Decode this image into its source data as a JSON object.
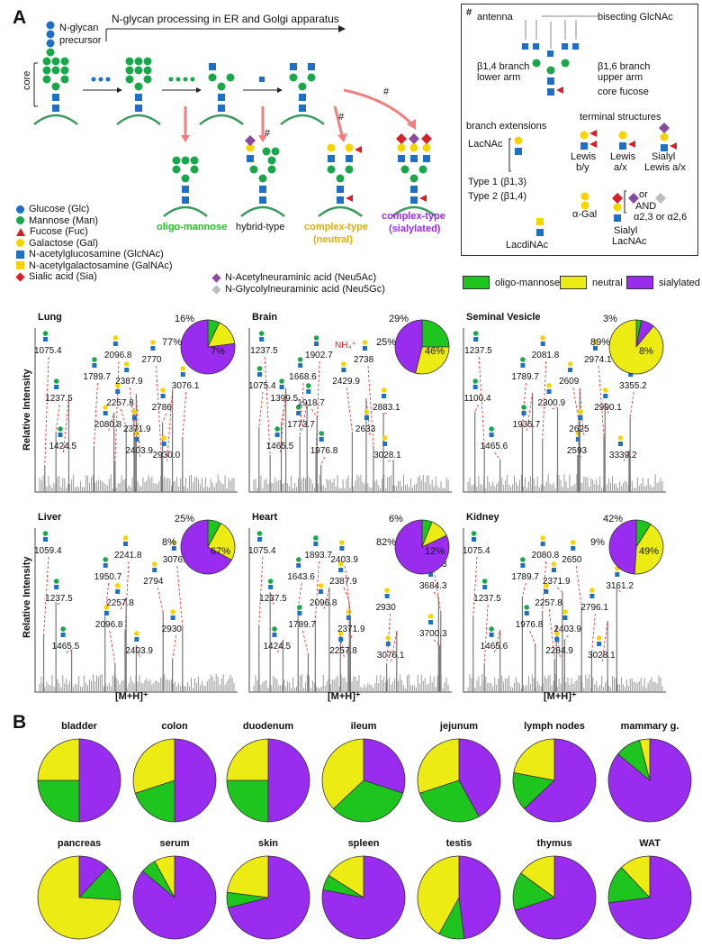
{
  "panel_a_label": "A",
  "panel_b_label": "B",
  "process": {
    "precursor_label_1": "N-glycan",
    "precursor_label_2": "precursor",
    "core_label": "core",
    "process_title": "N-glycan processing in ER and Golgi apparatus",
    "hash1": "#",
    "hash2": "#",
    "hash3": "#",
    "types": {
      "oligo": "oligo-mannose",
      "hybrid": "hybrid-type",
      "complex_neutral_1": "complex-type",
      "complex_neutral_2": "(neutral)",
      "complex_sialylated_1": "complex-type",
      "complex_sialylated_2": "(sialylated)"
    }
  },
  "monosaccharides": [
    {
      "name": "Glucose (Glc)",
      "shape": "circle",
      "color": "#1f6fc4"
    },
    {
      "name": "Mannose (Man)",
      "shape": "circle",
      "color": "#1aa64a"
    },
    {
      "name": "Fucose (Fuc)",
      "shape": "triangle",
      "color": "#d72027"
    },
    {
      "name": "Galactose (Gal)",
      "shape": "circle",
      "color": "#f5d400"
    },
    {
      "name": "N-acetylglucosamine (GlcNAc)",
      "shape": "square",
      "color": "#1f6fc4"
    },
    {
      "name": "N-acetylgalactosamine (GalNAc)",
      "shape": "square",
      "color": "#f5d400"
    },
    {
      "name": "Sialic acid (Sia)",
      "shape": "diamond",
      "color": "#d72027"
    }
  ],
  "monosaccharides_right": [
    {
      "name": "N-Acetylneuraminic acid (Neu5Ac)",
      "shape": "diamond",
      "color": "#8a4a9e"
    },
    {
      "name": "N-Glycolylneuraminic acid (Neu5Gc)",
      "shape": "diamond",
      "color": "#bcbcbc"
    }
  ],
  "structure_box": {
    "hash": "#",
    "antenna": "antenna",
    "bisecting": "bisecting GlcNAc",
    "b14_branch": "β1,4 branch",
    "lower_arm": "lower arm",
    "b16_branch": "β1,6 branch",
    "upper_arm": "upper arm",
    "core_fucose": "core fucose",
    "branch_extensions": "branch extensions",
    "terminal_structures": "terminal structures",
    "lacnac": "LacNAc",
    "lewis_by_1": "Lewis",
    "lewis_by_2": "b/y",
    "lewis_ax_1": "Lewis",
    "lewis_ax_2": "a/x",
    "sialyl_lewis_1": "Sialyl",
    "sialyl_lewis_2": "Lewis a/x",
    "type1": "Type 1 (β1,3)",
    "type2": "Type 2 (β1,4)",
    "alpha_gal": "α-Gal",
    "or_text": "or",
    "and_text": "AND",
    "linkage_text": "α2,3 or α2,6",
    "sialyl_lacnac_1": "Sialyl",
    "sialyl_lacnac_2": "LacNAc",
    "lacdinac": "LacdiNAc"
  },
  "category_legend": [
    {
      "label": "oligo-mannose",
      "color": "#1ec51e"
    },
    {
      "label": "neutral",
      "color": "#ecec14"
    },
    {
      "label": "sialylated",
      "color": "#9a2cf0"
    }
  ],
  "axis": {
    "ylabel": "Relative Intensity",
    "xlabel": "[M+H]⁺"
  },
  "chart_data": [
    {
      "type": "bar",
      "title": "Lung",
      "peaks": [
        "1075.4",
        "1237.5",
        "1424.5",
        "1789.7",
        "2080.8",
        "2096.8",
        "2257.8",
        "2403.9",
        "2387.9",
        "2371.9",
        "2770",
        "2786",
        "2930.0",
        "3076.1"
      ],
      "pie": [
        {
          "label": "oligo-mannose",
          "value": 7
        },
        {
          "label": "neutral",
          "value": 16
        },
        {
          "label": "sialylated",
          "value": 77
        }
      ],
      "pie_labels": [
        "16%",
        "7%",
        "77%"
      ]
    },
    {
      "type": "bar",
      "title": "Brain",
      "peaks": [
        "1237.5",
        "1399.5",
        "1465.5",
        "1668.6",
        "1773.7",
        "1902.7",
        "1918.7",
        "1976.8",
        "2429.9",
        "2633",
        "2738",
        "2883.1",
        "3028.1",
        "1075.4"
      ],
      "nh4": "NH₄⁺",
      "pie": [
        {
          "label": "oligo-mannose",
          "value": 25
        },
        {
          "label": "neutral",
          "value": 29
        },
        {
          "label": "sialylated",
          "value": 46
        }
      ],
      "pie_labels": [
        "29%",
        "46%",
        "25%"
      ]
    },
    {
      "type": "bar",
      "title": "Seminal Vesicle",
      "peaks": [
        "1237.5",
        "1100.4",
        "1465.6",
        "1789.7",
        "1935.7",
        "2081.8",
        "2300.9",
        "2593",
        "2609",
        "2625",
        "2974.1",
        "2990.1",
        "3339.2",
        "3355.2"
      ],
      "pie": [
        {
          "label": "oligo-mannose",
          "value": 3
        },
        {
          "label": "sialylated",
          "value": 8
        },
        {
          "label": "neutral",
          "value": 89
        }
      ],
      "pie_labels": [
        "3%",
        "8%",
        "89%"
      ]
    },
    {
      "type": "bar",
      "title": "Liver",
      "peaks": [
        "1059.4",
        "1237.5",
        "1465.5",
        "1950.7",
        "2096.8",
        "2241.8",
        "2257.8",
        "2403.9",
        "2794",
        "2930",
        "3076.1"
      ],
      "pie": [
        {
          "label": "oligo-mannose",
          "value": 8
        },
        {
          "label": "neutral",
          "value": 25
        },
        {
          "label": "sialylated",
          "value": 67
        }
      ],
      "pie_labels": [
        "25%",
        "67%",
        "8%"
      ]
    },
    {
      "type": "bar",
      "title": "Heart",
      "peaks": [
        "1075.4",
        "1237.5",
        "1424.5",
        "1643.6",
        "1789.7",
        "1893.7",
        "2096.8",
        "2257.8",
        "2387.9",
        "2371.9",
        "2403.9",
        "2930",
        "3076.1",
        "3684.3",
        "3700.3",
        "3716.3"
      ],
      "pie": [
        {
          "label": "oligo-mannose",
          "value": 6
        },
        {
          "label": "neutral",
          "value": 12
        },
        {
          "label": "sialylated",
          "value": 82
        }
      ],
      "pie_labels": [
        "6%",
        "12%",
        "82%"
      ]
    },
    {
      "type": "bar",
      "title": "Kidney",
      "peaks": [
        "1075.4",
        "1237.5",
        "1465.6",
        "1789.7",
        "1976.8",
        "2080.8",
        "2257.8",
        "2284.9",
        "2371.9",
        "2403.9",
        "2650",
        "2796.1",
        "3028.1",
        "3161.2"
      ],
      "pie": [
        {
          "label": "oligo-mannose",
          "value": 9
        },
        {
          "label": "neutral",
          "value": 42
        },
        {
          "label": "sialylated",
          "value": 49
        }
      ],
      "pie_labels": [
        "42%",
        "49%",
        "9%"
      ]
    }
  ],
  "tissue_pies": [
    {
      "name": "bladder",
      "green": 25,
      "yellow": 25,
      "purple": 50
    },
    {
      "name": "colon",
      "green": 20,
      "yellow": 30,
      "purple": 50
    },
    {
      "name": "duodenum",
      "green": 25,
      "yellow": 25,
      "purple": 50
    },
    {
      "name": "ileum",
      "green": 33,
      "yellow": 37,
      "purple": 30
    },
    {
      "name": "jejunum",
      "green": 28,
      "yellow": 30,
      "purple": 42
    },
    {
      "name": "lymph nodes",
      "green": 15,
      "yellow": 22,
      "purple": 63
    },
    {
      "name": "mammary g.",
      "green": 10,
      "yellow": 4,
      "purple": 86
    },
    {
      "name": "pancreas",
      "green": 14,
      "yellow": 74,
      "purple": 12
    },
    {
      "name": "serum",
      "green": 6,
      "yellow": 8,
      "purple": 86
    },
    {
      "name": "skin",
      "green": 6,
      "yellow": 23,
      "purple": 71
    },
    {
      "name": "spleen",
      "green": 6,
      "yellow": 16,
      "purple": 78
    },
    {
      "name": "testis",
      "green": 10,
      "yellow": 42,
      "purple": 48
    },
    {
      "name": "thymus",
      "green": 15,
      "yellow": 15,
      "purple": 70
    },
    {
      "name": "WAT",
      "green": 15,
      "yellow": 12,
      "purple": 73
    }
  ]
}
